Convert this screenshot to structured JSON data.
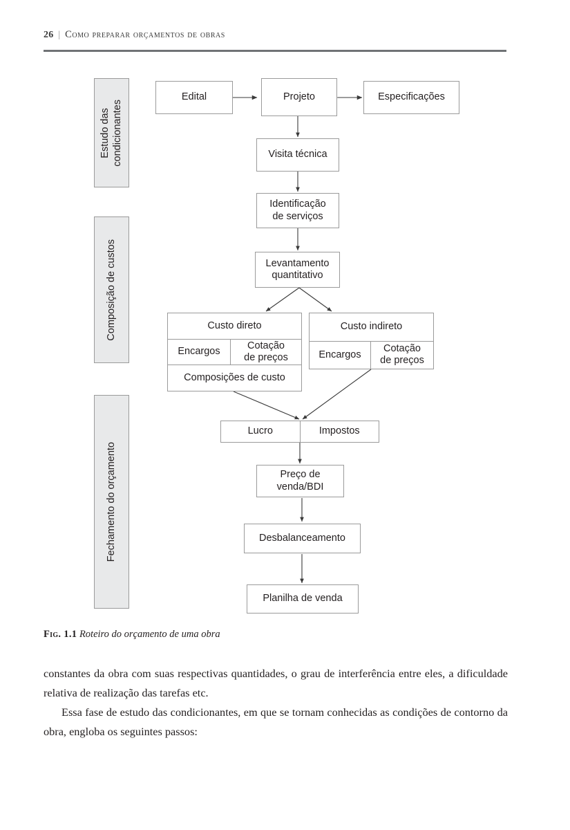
{
  "header": {
    "page_number": "26",
    "separator": "|",
    "title": "Como preparar orçamentos de obras"
  },
  "figure": {
    "side_labels": [
      {
        "name": "estudo-das-condicionantes",
        "text": "Estudo das\ncondicionantes"
      },
      {
        "name": "composicao-de-custos",
        "text": "Composição de custos"
      },
      {
        "name": "fechamento-do-orcamento",
        "text": "Fechamento do orçamento"
      }
    ],
    "nodes": {
      "edital": "Edital",
      "projeto": "Projeto",
      "especificacoes": "Especificações",
      "visita_tecnica": "Visita técnica",
      "identificacao_servicos": "Identificação\nde serviços",
      "levantamento_quantitativo": "Levantamento\nquantitativo",
      "custo_direto": "Custo direto",
      "custo_direto_encargos": "Encargos",
      "custo_direto_cotacao": "Cotação\nde preços",
      "custo_direto_composicoes": "Composições de custo",
      "custo_indireto": "Custo indireto",
      "custo_indireto_encargos": "Encargos",
      "custo_indireto_cotacao": "Cotação\nde preços",
      "lucro": "Lucro",
      "impostos": "Impostos",
      "preco_venda": "Preço de\nvenda/BDI",
      "desbalanceamento": "Desbalanceamento",
      "planilha_venda": "Planilha de venda"
    },
    "caption_label": "Fig. 1.1",
    "caption_text": "Roteiro do orçamento de uma obra"
  },
  "body": {
    "paragraph1": "constantes da obra com suas respectivas quantidades, o grau de interferência entre eles, a dificuldade relativa de realização das tarefas etc.",
    "paragraph2": "Essa fase de estudo das condicionantes, em que se tornam conhecidas as condições de contorno da obra, engloba os seguintes passos:"
  },
  "colors": {
    "text": "#231f20",
    "box_border": "#9a9a9a",
    "side_label_fill": "#e8e9ea",
    "rule": "#6f7275"
  }
}
